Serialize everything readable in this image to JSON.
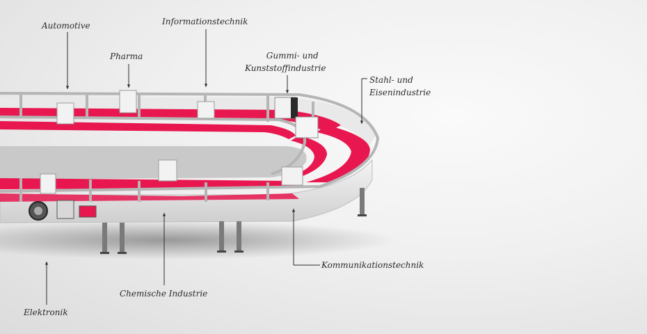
{
  "labels": {
    "automotive": "Automotive",
    "informationstechnik": "Informationstechnik",
    "pharma": "Pharma",
    "gummi_line1": "Gummi- und",
    "gummi_line2": "Kunststoffindustrie",
    "stahl_line1": "Stahl- und",
    "stahl_line2": "Eisenindustrie",
    "kommunikationstechnik": "Kommunikationstechnik",
    "chemische_industrie": "Chemische Industrie",
    "elektronik": "Elektronik"
  },
  "colors": {
    "belt": "#e8174f",
    "frame": "#e6e6e6",
    "rail": "#b5b5b5",
    "leg": "#7a7a7a",
    "line": "#2a2a2a"
  }
}
